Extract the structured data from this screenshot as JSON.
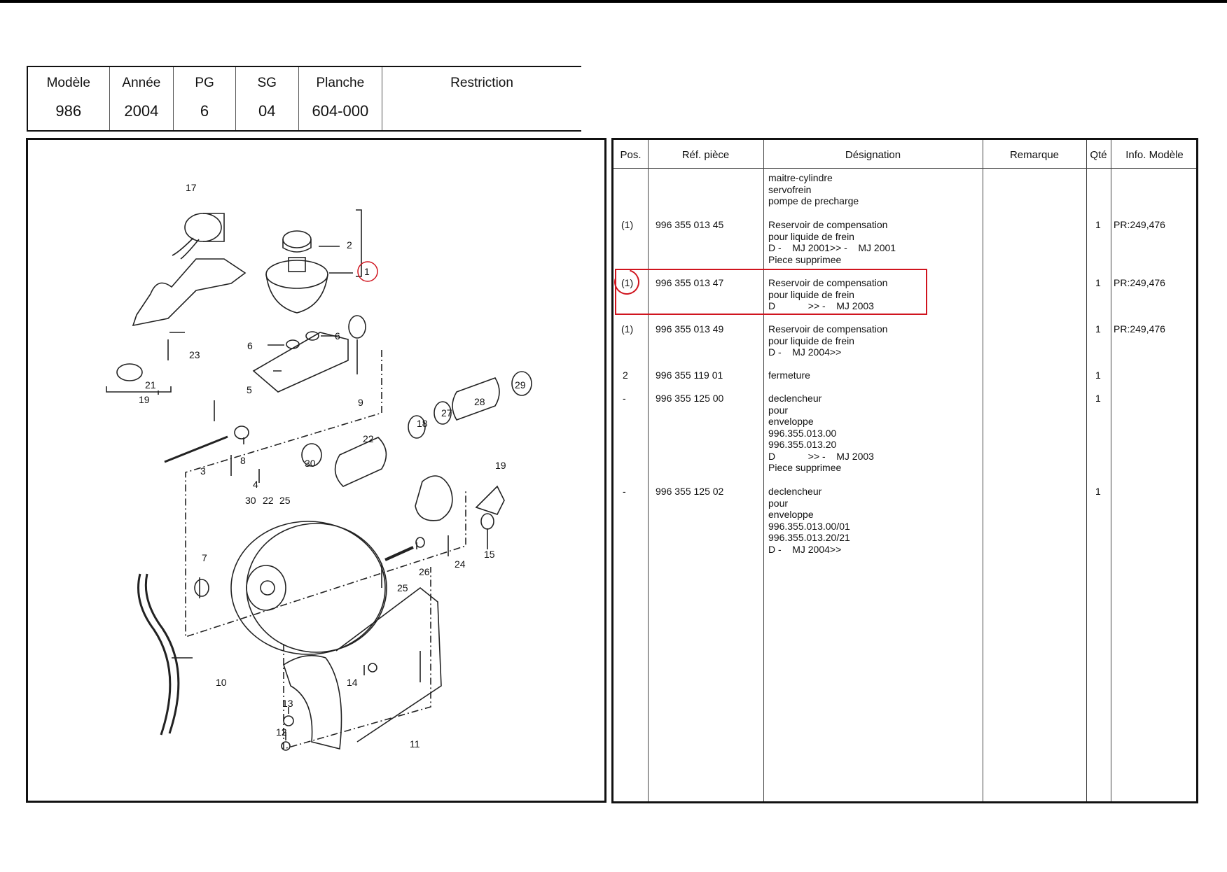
{
  "header": {
    "columns": [
      {
        "label": "Modèle",
        "value": "986"
      },
      {
        "label": "Année",
        "value": "2004"
      },
      {
        "label": "PG",
        "value": "6"
      },
      {
        "label": "SG",
        "value": "04"
      },
      {
        "label": "Planche",
        "value": "604-000"
      },
      {
        "label": "Restriction",
        "value": ""
      }
    ]
  },
  "diagram": {
    "callouts": [
      "17",
      "2",
      "1",
      "23",
      "21",
      "19",
      "6",
      "6",
      "5",
      "9",
      "29",
      "28",
      "27",
      "18",
      "3",
      "8",
      "22",
      "30",
      "4",
      "30",
      "22",
      "25",
      "19",
      "7",
      "15",
      "24",
      "26",
      "25",
      "10",
      "14",
      "13",
      "12",
      "11"
    ]
  },
  "parts_table": {
    "headers": {
      "pos": "Pos.",
      "ref": "Réf. pièce",
      "designation": "Désignation",
      "remarque": "Remarque",
      "qte": "Qté",
      "info": "Info. Modèle"
    },
    "rows": [
      {
        "pos": "",
        "ref": "",
        "designation": "maitre-cylindre\nservofrein\npompe de precharge",
        "qte": "",
        "info": ""
      },
      {
        "pos": "(1)",
        "ref": "996 355 013 45",
        "designation": "Reservoir de compensation\npour liquide de frein\nD -    MJ 2001>> -    MJ 2001\nPiece supprimee",
        "qte": "1",
        "info": "PR:249,476"
      },
      {
        "pos": "(1)",
        "ref": "996 355 013 47",
        "designation": "Reservoir de compensation\npour liquide de frein\nD            >> -    MJ 2003",
        "qte": "1",
        "info": "PR:249,476"
      },
      {
        "pos": "(1)",
        "ref": "996 355 013 49",
        "designation": "Reservoir de compensation\npour liquide de frein\nD -    MJ 2004>>",
        "qte": "1",
        "info": "PR:249,476"
      },
      {
        "pos": "2",
        "ref": "996 355 119 01",
        "designation": "fermeture",
        "qte": "1",
        "info": ""
      },
      {
        "pos": "-",
        "ref": "996 355 125 00",
        "designation": "declencheur\npour\nenveloppe\n996.355.013.00\n996.355.013.20\nD            >> -    MJ 2003\nPiece supprimee",
        "qte": "1",
        "info": ""
      },
      {
        "pos": "-",
        "ref": "996 355 125 02",
        "designation": "declencheur\npour\nenveloppe\n996.355.013.00/01\n996.355.013.20/21\nD -    MJ 2004>>",
        "qte": "1",
        "info": ""
      }
    ]
  },
  "colors": {
    "highlight": "#d0141e"
  }
}
